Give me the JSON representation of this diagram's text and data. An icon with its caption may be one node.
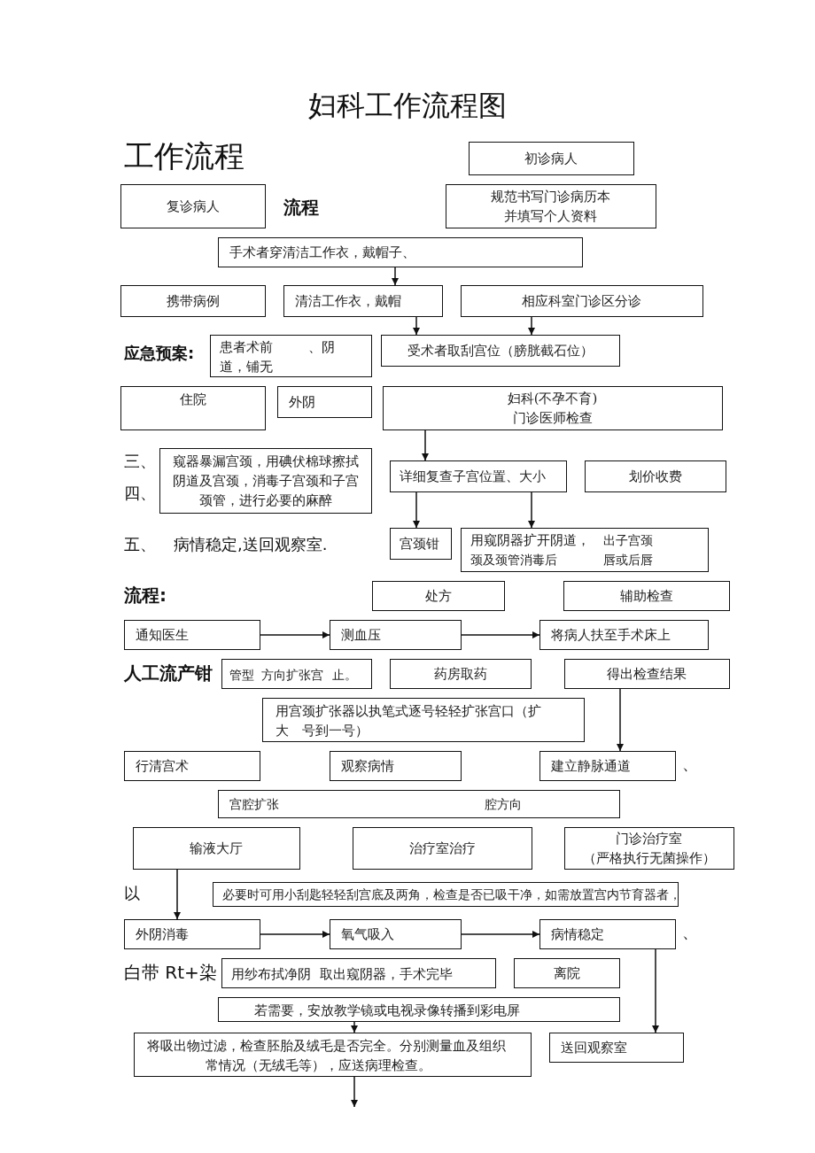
{
  "diagram": {
    "title": "妇科工作流程图",
    "nodes": [
      {
        "text": [
          "初诊病人"
        ]
      },
      {
        "text": [
          "复诊病人"
        ]
      },
      {
        "text": [
          "规范书写门诊病历本",
          "并填写个人资料"
        ]
      },
      {
        "text": [
          "手术者穿清洁工作衣，戴帽子、"
        ]
      },
      {
        "text": [
          "携带病例"
        ]
      },
      {
        "text": [
          "清洁工作衣，戴帽"
        ]
      },
      {
        "text": [
          "相应科室门诊区分诊"
        ]
      },
      {
        "text": [
          "患者术前",
          "、阴",
          "道，铺无"
        ]
      },
      {
        "text": [
          "受术者取刮宫位（膀胱截石位）"
        ]
      },
      {
        "text": [
          "住院"
        ]
      },
      {
        "text": [
          "外阴"
        ]
      },
      {
        "text": [
          "妇科(不孕不育)",
          "门诊医师检查"
        ]
      },
      {
        "text": [
          "窥器暴漏宫颈，用碘伏棉球擦拭阴道及宫颈，消毒子宫颈和子宫颈管，进行必要的麻醉"
        ]
      },
      {
        "text": [
          "详细复查子宫位置、大小"
        ]
      },
      {
        "text": [
          "划价收费"
        ]
      },
      {
        "text": [
          "宫颈钳"
        ]
      },
      {
        "text": [
          "用窥阴器扩开阴道，",
          "出子宫颈",
          "颈及颈管消毒后",
          "唇或后唇"
        ]
      },
      {
        "text": [
          "处方"
        ]
      },
      {
        "text": [
          "辅助检查"
        ]
      },
      {
        "text": [
          "通知医生"
        ]
      },
      {
        "text": [
          "测血压"
        ]
      },
      {
        "text": [
          "将病人扶至手术床上"
        ]
      },
      {
        "text": [
          "管型",
          "方向扩张宫",
          "止。"
        ]
      },
      {
        "text": [
          "药房取药"
        ]
      },
      {
        "text": [
          "得出检查结果"
        ]
      },
      {
        "text": [
          "用宫颈扩张器以执笔式逐号轻轻扩张宫口（扩",
          "大",
          "号到一号）"
        ]
      },
      {
        "text": [
          "行清宫术"
        ]
      },
      {
        "text": [
          "观察病情"
        ]
      },
      {
        "text": [
          "建立静脉通道"
        ]
      },
      {
        "text": [
          "宫腔扩张",
          "腔方向"
        ]
      },
      {
        "text": [
          "输液大厅"
        ]
      },
      {
        "text": [
          "治疗室治疗"
        ]
      },
      {
        "text": [
          "门诊治疗室",
          "（严格执行无菌操作）"
        ]
      },
      {
        "text": [
          "必要时可用小刮匙轻轻刮宫底及两角，检查是否已吸干净，如需放置宫内节育器者，"
        ]
      },
      {
        "text": [
          "外阴消毒"
        ]
      },
      {
        "text": [
          "氧气吸入"
        ]
      },
      {
        "text": [
          "病情稳定"
        ]
      },
      {
        "text": [
          "离院"
        ]
      },
      {
        "text": [
          "用纱布拭净阴",
          "取出窥阴器，手术完毕"
        ]
      },
      {
        "text": [
          "若需要，安放教学镜或电视录像转播到彩电屏"
        ]
      },
      {
        "text": [
          "将吸出物过滤，检查胚胎及绒毛是否完全。分别测量血及组织",
          "常情况（无绒毛等），应送病理检查。"
        ]
      },
      {
        "text": [
          "送回观察室"
        ]
      }
    ],
    "edges": [
      {
        "from": 3,
        "to": 5,
        "arrow": "to"
      },
      {
        "from": 5,
        "to": 8,
        "arrow": "to"
      },
      {
        "from": 6,
        "to": 8,
        "arrow": "to"
      },
      {
        "from": 11,
        "to": 13,
        "arrow": "to"
      },
      {
        "from": 13,
        "to": 15,
        "arrow": "to"
      },
      {
        "from": 13,
        "to": 16,
        "arrow": "to"
      },
      {
        "from": 19,
        "to": 20,
        "arrow": "to"
      },
      {
        "from": 20,
        "to": 21,
        "arrow": "to"
      },
      {
        "from": 24,
        "to": 28,
        "arrow": "to"
      },
      {
        "from": 30,
        "to": 34,
        "arrow": "to"
      },
      {
        "from": 34,
        "to": 35,
        "arrow": "to"
      },
      {
        "from": 35,
        "to": 36,
        "arrow": "to"
      },
      {
        "from": 36,
        "to": 41,
        "arrow": "to"
      },
      {
        "from": 39,
        "to": 40,
        "arrow": "to"
      },
      {
        "from": 40,
        "to": null,
        "arrow": "to"
      }
    ],
    "labels": [
      "工作流程",
      "流程",
      "应急预案:",
      "三、",
      "四、",
      "五、",
      "病情稳定,送回观察室.",
      "流程:",
      "人工流产钳",
      "、",
      "以",
      "、",
      "白带 Rt+染"
    ]
  }
}
